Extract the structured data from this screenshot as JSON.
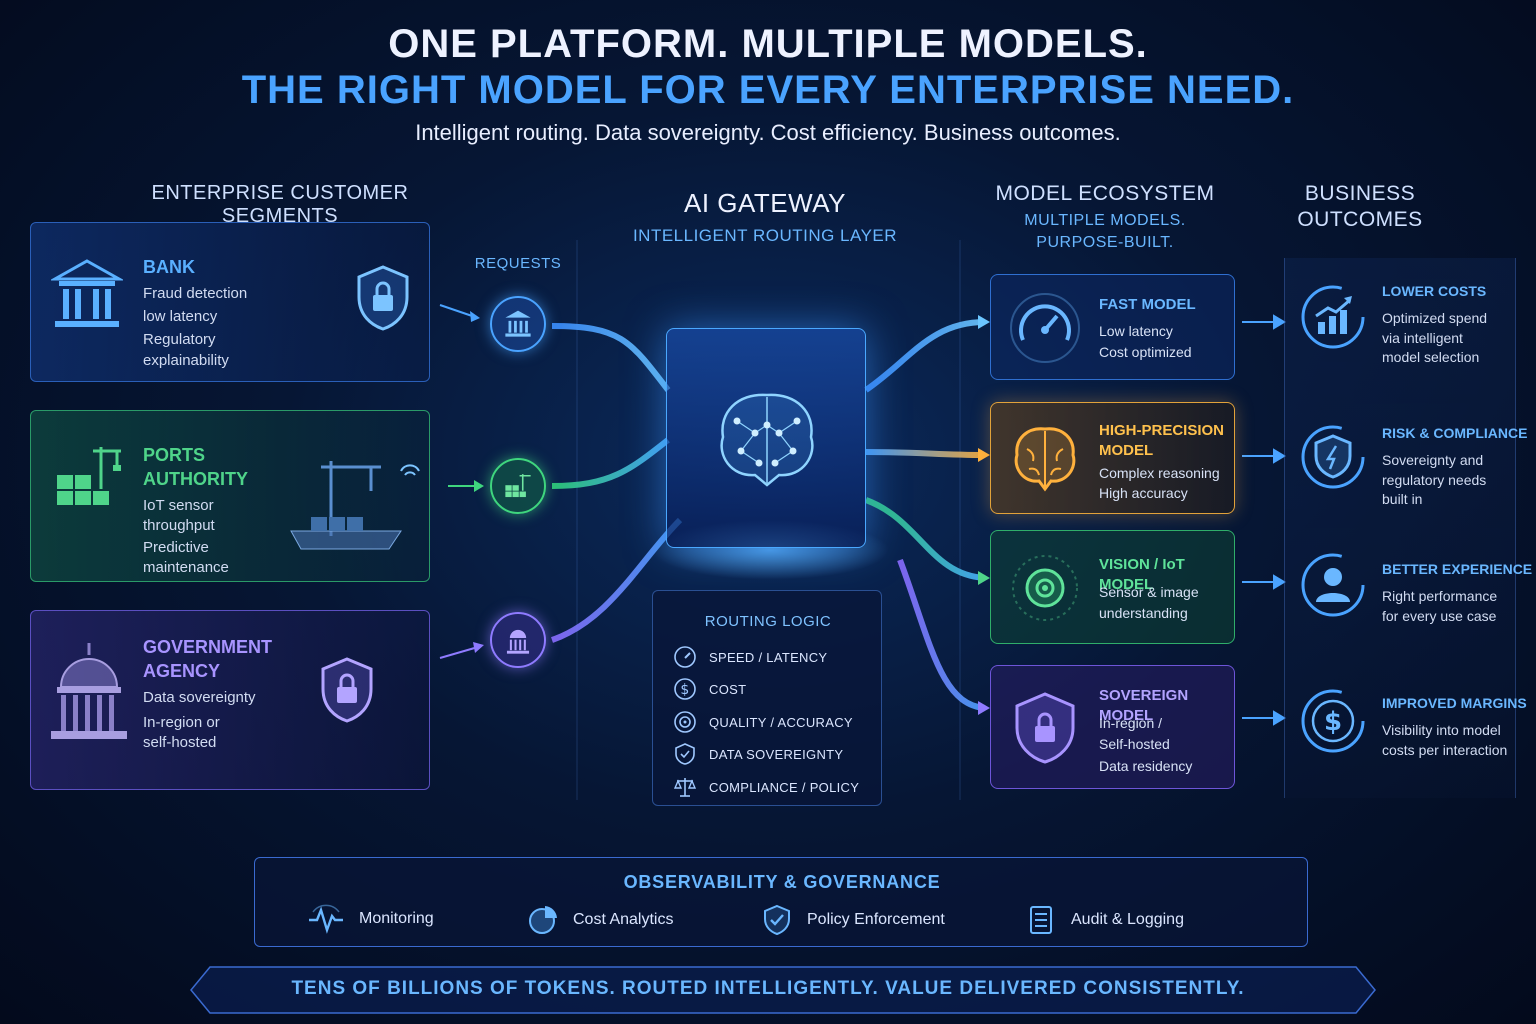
{
  "header": {
    "title_line1": "ONE PLATFORM. MULTIPLE MODELS.",
    "title_line2": "THE RIGHT MODEL FOR EVERY ENTERPRISE NEED.",
    "subtitle": "Intelligent routing. Data sovereignty. Cost efficiency. Business outcomes."
  },
  "segments": {
    "heading": "ENTERPRISE CUSTOMER SEGMENTS",
    "items": [
      {
        "title": "BANK",
        "lines": [
          "Fraud detection",
          "low latency",
          "Regulatory",
          "explainability"
        ],
        "icon": "bank-icon",
        "color": "#5ab0ff"
      },
      {
        "title_lines": [
          "PORTS",
          "AUTHORITY"
        ],
        "lines": [
          "IoT sensor",
          "throughput",
          "Predictive",
          "maintenance"
        ],
        "icon": "port-icon",
        "color": "#4fd48a"
      },
      {
        "title_lines": [
          "GOVERNMENT",
          "AGENCY"
        ],
        "lines": [
          "Data sovereignty",
          "In-region or",
          "self-hosted"
        ],
        "icon": "capitol-icon",
        "color": "#9a86ff"
      }
    ]
  },
  "requests": {
    "label": "REQUESTS"
  },
  "gateway": {
    "title": "AI GATEWAY",
    "subtitle": "INTELLIGENT ROUTING LAYER",
    "routing_title": "ROUTING LOGIC",
    "routing_items": [
      "SPEED / LATENCY",
      "COST",
      "QUALITY / ACCURACY",
      "DATA SOVEREIGNTY",
      "COMPLIANCE / POLICY"
    ]
  },
  "ecosystem": {
    "heading": "MODEL ECOSYSTEM",
    "sub_line1": "MULTIPLE MODELS.",
    "sub_line2": "PURPOSE-BUILT.",
    "models": [
      {
        "title": "FAST MODEL",
        "lines": [
          "Low latency",
          "Cost optimized"
        ],
        "color": "#6ab7ff"
      },
      {
        "title_lines": [
          "HIGH-PRECISION",
          "MODEL"
        ],
        "lines": [
          "Complex reasoning",
          "High accuracy"
        ],
        "color": "#ffc14d"
      },
      {
        "title": "VISION / IoT MODEL",
        "lines": [
          "Sensor & image",
          "understanding"
        ],
        "color": "#5fe39a"
      },
      {
        "title": "SOVEREIGN MODEL",
        "lines": [
          "In-region /",
          "Self-hosted",
          "Data residency"
        ],
        "color": "#a894ff"
      }
    ]
  },
  "outcomes": {
    "heading_line1": "BUSINESS",
    "heading_line2": "OUTCOMES",
    "items": [
      {
        "title": "LOWER COSTS",
        "lines": [
          "Optimized spend",
          "via intelligent",
          "model selection"
        ]
      },
      {
        "title": "RISK & COMPLIANCE",
        "lines": [
          "Sovereignty and",
          "regulatory needs",
          "built in"
        ]
      },
      {
        "title": "BETTER EXPERIENCE",
        "lines": [
          "Right performance",
          "for every use case"
        ]
      },
      {
        "title": "IMPROVED MARGINS",
        "lines": [
          "Visibility into model",
          "costs per interaction"
        ]
      }
    ]
  },
  "observability": {
    "title": "OBSERVABILITY & GOVERNANCE",
    "items": [
      "Monitoring",
      "Cost Analytics",
      "Policy Enforcement",
      "Audit & Logging"
    ]
  },
  "banner": {
    "text": "TENS OF BILLIONS OF TOKENS. ROUTED INTELLIGENTLY. VALUE DELIVERED CONSISTENTLY."
  },
  "colors": {
    "accent": "#4aa3ff",
    "green": "#4fd48a",
    "purple": "#8f7bff",
    "orange": "#ffb13d"
  }
}
